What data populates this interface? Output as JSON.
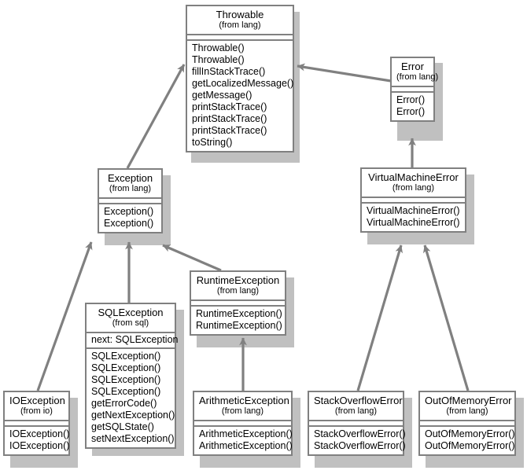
{
  "diagram": {
    "title": "Java Throwable exception hierarchy",
    "type": "uml-class-diagram",
    "relationship": "generalization (inheritance)",
    "colors": {
      "background": "#ffffff",
      "box_fill": "#ffffff",
      "box_border": "#808080",
      "shadow": "#c0c0c0",
      "arrow": "#808080",
      "text": "#000000"
    }
  },
  "classes": [
    {
      "id": "throwable",
      "name": "Throwable",
      "package": "(from lang)",
      "attributes": [],
      "operations": [
        "Throwable()",
        "Throwable()",
        "fillInStackTrace()",
        "getLocalizedMessage()",
        "getMessage()",
        "printStackTrace()",
        "printStackTrace()",
        "printStackTrace()",
        "toString()"
      ]
    },
    {
      "id": "error",
      "name": "Error",
      "package": "(from lang)",
      "attributes": [],
      "operations": [
        "Error()",
        "Error()"
      ]
    },
    {
      "id": "exception",
      "name": "Exception",
      "package": "(from lang)",
      "attributes": [],
      "operations": [
        "Exception()",
        "Exception()"
      ]
    },
    {
      "id": "virtualmachineerror",
      "name": "VirtualMachineError",
      "package": "(from lang)",
      "attributes": [],
      "operations": [
        "VirtualMachineError()",
        "VirtualMachineError()"
      ]
    },
    {
      "id": "runtimeexception",
      "name": "RuntimeException",
      "package": "(from lang)",
      "attributes": [],
      "operations": [
        "RuntimeException()",
        "RuntimeException()"
      ]
    },
    {
      "id": "sqlexception",
      "name": "SQLException",
      "package": "(from sql)",
      "attributes": [
        "next: SQLException"
      ],
      "operations": [
        "SQLException()",
        "SQLException()",
        "SQLException()",
        "SQLException()",
        "getErrorCode()",
        "getNextException()",
        "getSQLState()",
        "setNextException()"
      ]
    },
    {
      "id": "ioexception",
      "name": "IOException",
      "package": "(from io)",
      "attributes": [],
      "operations": [
        "IOException()",
        "IOException()"
      ]
    },
    {
      "id": "arithmeticexception",
      "name": "ArithmeticException",
      "package": "(from lang)",
      "attributes": [],
      "operations": [
        "ArithmeticException()",
        "ArithmeticException()"
      ]
    },
    {
      "id": "stackoverflowerror",
      "name": "StackOverflowError",
      "package": "(from lang)",
      "attributes": [],
      "operations": [
        "StackOverflowError()",
        "StackOverflowError()"
      ]
    },
    {
      "id": "outofmemoryerror",
      "name": "OutOfMemoryError",
      "package": "(from lang)",
      "attributes": [],
      "operations": [
        "OutOfMemoryError()",
        "OutOfMemoryError()"
      ]
    }
  ],
  "generalizations": [
    {
      "from": "error",
      "to": "throwable"
    },
    {
      "from": "exception",
      "to": "throwable"
    },
    {
      "from": "virtualmachineerror",
      "to": "error"
    },
    {
      "from": "ioexception",
      "to": "exception"
    },
    {
      "from": "sqlexception",
      "to": "exception"
    },
    {
      "from": "runtimeexception",
      "to": "exception"
    },
    {
      "from": "arithmeticexception",
      "to": "runtimeexception"
    },
    {
      "from": "stackoverflowerror",
      "to": "virtualmachineerror"
    },
    {
      "from": "outofmemoryerror",
      "to": "virtualmachineerror"
    }
  ]
}
